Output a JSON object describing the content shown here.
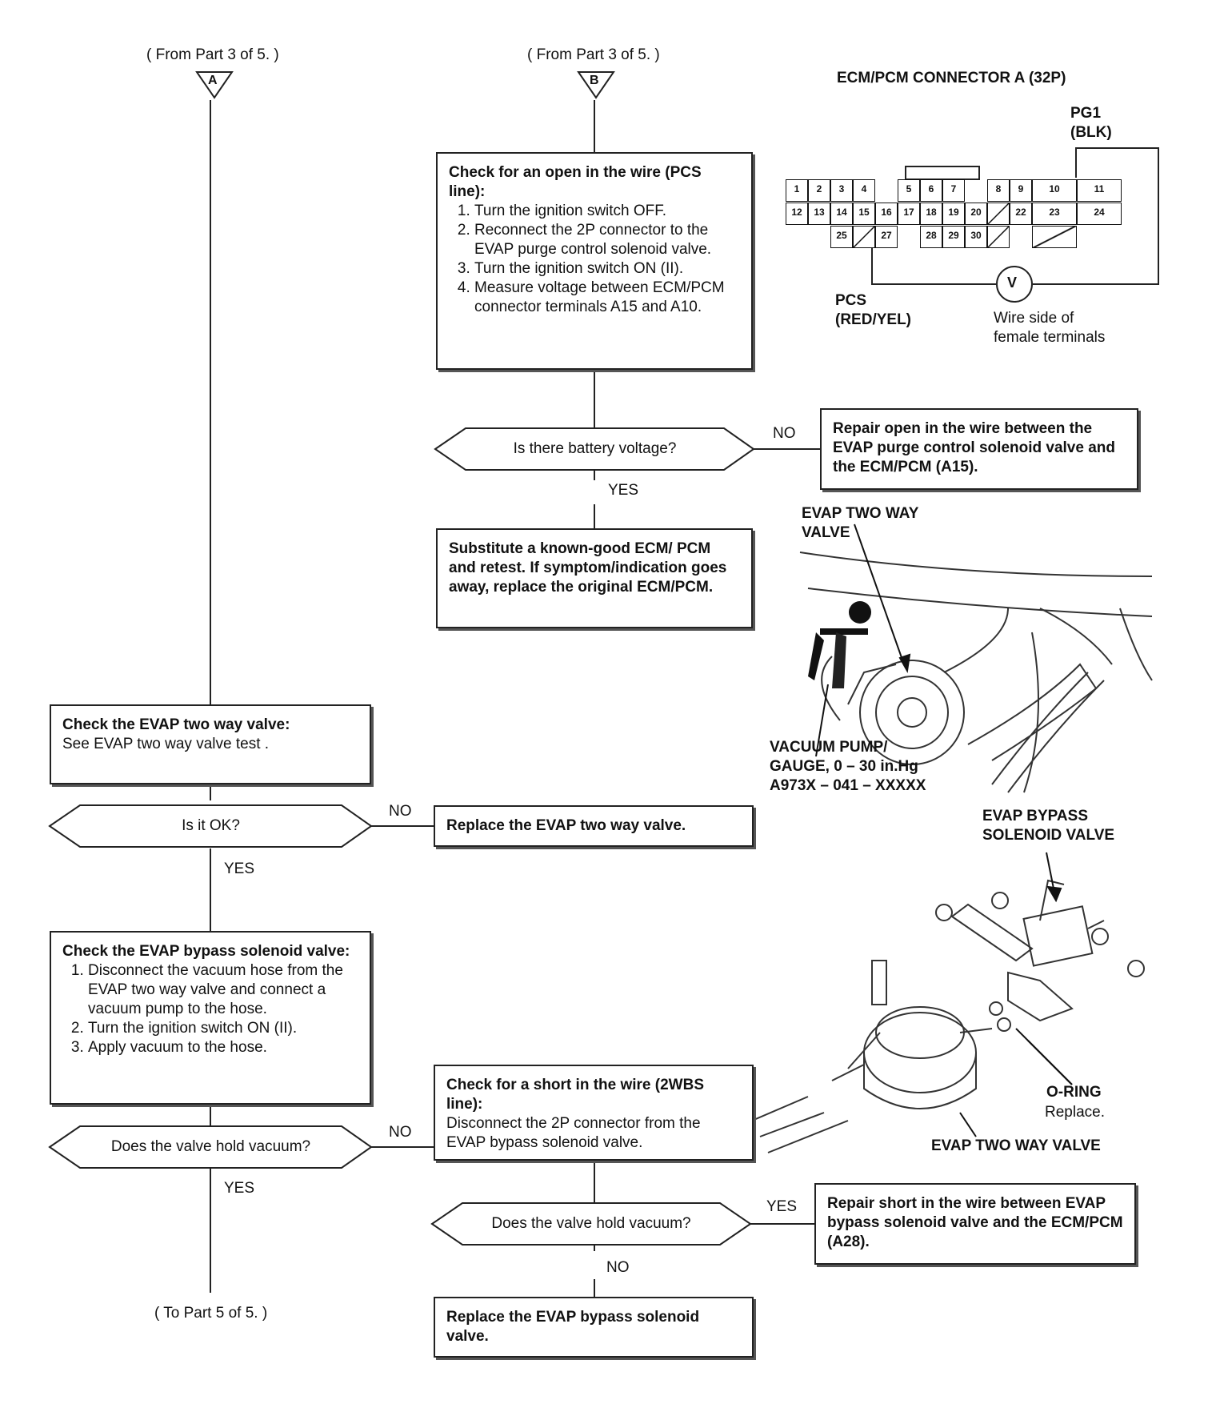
{
  "flow": {
    "from_a": "( From Part 3 of 5. )",
    "from_b": "( From Part 3 of 5. )",
    "connector_a": "A",
    "connector_b": "B",
    "to_part5": "( To Part 5 of 5. )",
    "box_pcs": {
      "title": "Check for an open in the wire (PCS line):",
      "steps": [
        "Turn the ignition switch OFF.",
        "Reconnect the 2P connector to the EVAP purge control solenoid valve.",
        "Turn the ignition switch ON (II).",
        "Measure voltage between ECM/PCM connector terminals A15 and A10."
      ]
    },
    "decision_battery": "Is there battery voltage?",
    "no_1": "NO",
    "yes_1": "YES",
    "repair_open": "Repair open in the wire between the EVAP purge control solenoid valve and the ECM/PCM (A15).",
    "substitute": "Substitute a known-good ECM/ PCM and retest. If symptom/indication goes away, replace the original ECM/PCM.",
    "box_twoway": {
      "title": "Check the EVAP two way valve:",
      "text": "See EVAP two way valve test ."
    },
    "decision_ok": "Is it OK?",
    "no_2": "NO",
    "yes_2": "YES",
    "replace_twoway": "Replace the EVAP two way valve.",
    "box_bypass": {
      "title": "Check the EVAP bypass solenoid valve:",
      "steps": [
        "Disconnect the vacuum hose from the EVAP two way valve and connect a vacuum pump to the hose.",
        "Turn the ignition switch ON (II).",
        "Apply vacuum to the hose."
      ]
    },
    "decision_hold1": "Does the valve hold vacuum?",
    "no_3": "NO",
    "yes_3": "YES",
    "box_short": {
      "title": "Check for a short in the wire (2WBS line):",
      "text": "Disconnect the 2P connector from the EVAP bypass solenoid valve."
    },
    "decision_hold2": "Does the valve hold vacuum?",
    "yes_4": "YES",
    "no_4": "NO",
    "repair_short": "Repair short in the wire between EVAP bypass solenoid valve and the ECM/PCM (A28).",
    "replace_bypass": "Replace the EVAP bypass solenoid valve."
  },
  "connector_diagram": {
    "title": "ECM/PCM CONNECTOR A (32P)",
    "pg1": "PG1",
    "pg1_color": "(BLK)",
    "pcs": "PCS",
    "pcs_color": "(RED/YEL)",
    "meter": "V",
    "wire_side": "Wire side of female terminals",
    "pins_row1": [
      "1",
      "2",
      "3",
      "4",
      "5",
      "6",
      "7",
      "8",
      "9",
      "10",
      "11"
    ],
    "pins_row2": [
      "12",
      "13",
      "14",
      "15",
      "16",
      "17",
      "18",
      "19",
      "20",
      "22",
      "23",
      "24"
    ],
    "pins_row3": [
      "25",
      "27",
      "28",
      "29",
      "30"
    ]
  },
  "illustrations": {
    "twoway_top": "EVAP TWO WAY VALVE",
    "vacuum_pump": "VACUUM PUMP/ GAUGE, 0 – 30 in.Hg A973X – 041 – XXXXX",
    "bypass_solenoid": "EVAP BYPASS SOLENOID VALVE",
    "oring": "O-RING",
    "oring_note": "Replace.",
    "twoway_bottom": "EVAP TWO WAY VALVE"
  }
}
